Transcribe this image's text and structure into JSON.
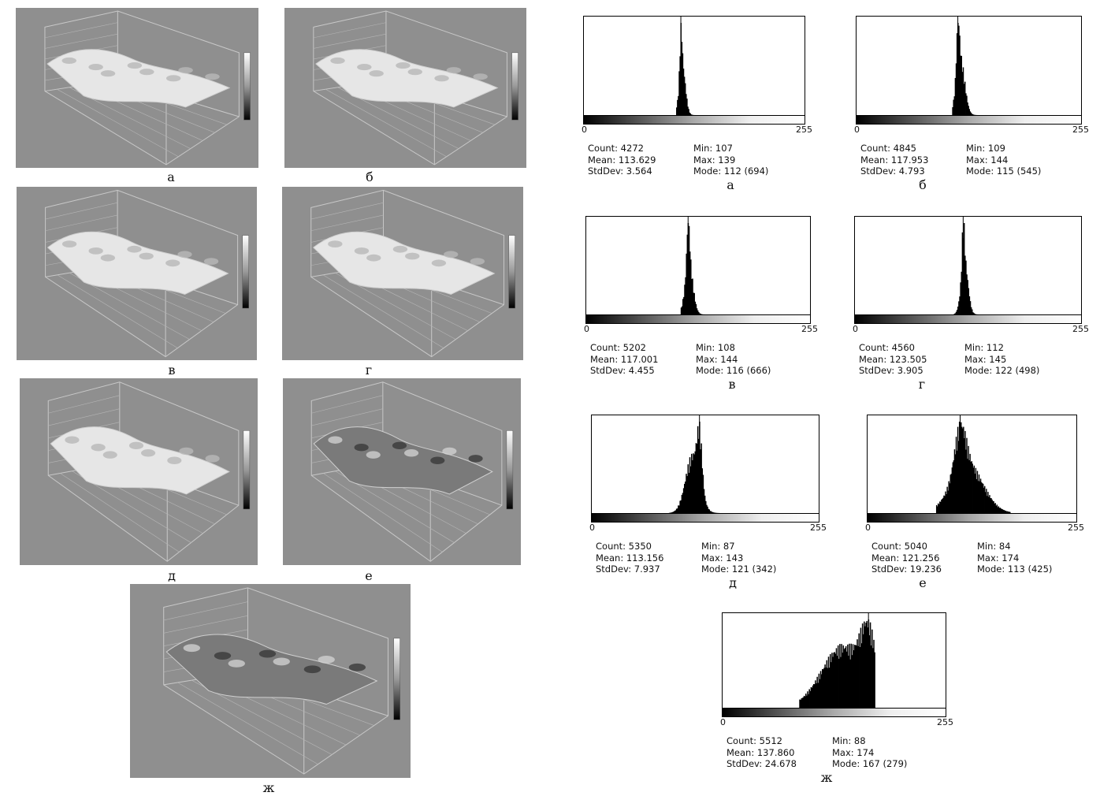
{
  "panel_letters": [
    "а",
    "б",
    "в",
    "г",
    "д",
    "е",
    "ж"
  ],
  "histograms": [
    {
      "letter": "а",
      "count": "Count: 4272",
      "mean": "Mean: 113.629",
      "stddev": "StdDev: 3.564",
      "min": "Min: 107",
      "max": "Max: 139",
      "mode": "Mode: 112 (694)",
      "axis_min": "0",
      "axis_max": "255"
    },
    {
      "letter": "б",
      "count": "Count: 4845",
      "mean": "Mean: 117.953",
      "stddev": "StdDev: 4.793",
      "min": "Min: 109",
      "max": "Max: 144",
      "mode": "Mode: 115 (545)",
      "axis_min": "0",
      "axis_max": "255"
    },
    {
      "letter": "в",
      "count": "Count: 5202",
      "mean": "Mean: 117.001",
      "stddev": "StdDev: 4.455",
      "min": "Min: 108",
      "max": "Max: 144",
      "mode": "Mode: 116 (666)",
      "axis_min": "0",
      "axis_max": "255"
    },
    {
      "letter": "г",
      "count": "Count: 4560",
      "mean": "Mean: 123.505",
      "stddev": "StdDev: 3.905",
      "min": "Min: 112",
      "max": "Max: 145",
      "mode": "Mode: 122 (498)",
      "axis_min": "0",
      "axis_max": "255"
    },
    {
      "letter": "д",
      "count": "Count: 5350",
      "mean": "Mean: 113.156",
      "stddev": "StdDev: 7.937",
      "min": "Min: 87",
      "max": "Max: 143",
      "mode": "Mode: 121 (342)",
      "axis_min": "0",
      "axis_max": "255"
    },
    {
      "letter": "е",
      "count": "Count: 5040",
      "mean": "Mean: 121.256",
      "stddev": "StdDev: 19.236",
      "min": "Min: 84",
      "max": "Max: 174",
      "mode": "Mode: 113 (425)",
      "axis_min": "0",
      "axis_max": "255"
    },
    {
      "letter": "ж",
      "count": "Count: 5512",
      "mean": "Mean: 137.860",
      "stddev": "StdDev: 24.678",
      "min": "Min: 88",
      "max": "Max: 174",
      "mode": "Mode: 167 (279)",
      "axis_min": "0",
      "axis_max": "255"
    }
  ],
  "chart_data": [
    {
      "type": "bar",
      "panel": "а",
      "x_range": [
        0,
        255
      ],
      "summary": {
        "count": 4272,
        "mean": 113.629,
        "stddev": 3.564,
        "min": 107,
        "max": 139,
        "mode": 112,
        "mode_count": 694
      }
    },
    {
      "type": "bar",
      "panel": "б",
      "x_range": [
        0,
        255
      ],
      "summary": {
        "count": 4845,
        "mean": 117.953,
        "stddev": 4.793,
        "min": 109,
        "max": 144,
        "mode": 115,
        "mode_count": 545
      }
    },
    {
      "type": "bar",
      "panel": "в",
      "x_range": [
        0,
        255
      ],
      "summary": {
        "count": 5202,
        "mean": 117.001,
        "stddev": 4.455,
        "min": 108,
        "max": 144,
        "mode": 116,
        "mode_count": 666
      }
    },
    {
      "type": "bar",
      "panel": "г",
      "x_range": [
        0,
        255
      ],
      "summary": {
        "count": 4560,
        "mean": 123.505,
        "stddev": 3.905,
        "min": 112,
        "max": 145,
        "mode": 122,
        "mode_count": 498
      }
    },
    {
      "type": "bar",
      "panel": "д",
      "x_range": [
        0,
        255
      ],
      "summary": {
        "count": 5350,
        "mean": 113.156,
        "stddev": 7.937,
        "min": 87,
        "max": 143,
        "mode": 121,
        "mode_count": 342
      }
    },
    {
      "type": "bar",
      "panel": "е",
      "x_range": [
        0,
        255
      ],
      "summary": {
        "count": 5040,
        "mean": 121.256,
        "stddev": 19.236,
        "min": 84,
        "max": 174,
        "mode": 113,
        "mode_count": 425
      }
    },
    {
      "type": "bar",
      "panel": "ж",
      "x_range": [
        0,
        255
      ],
      "summary": {
        "count": 5512,
        "mean": 137.86,
        "stddev": 24.678,
        "min": 88,
        "max": 174,
        "mode": 167,
        "mode_count": 279
      }
    }
  ]
}
